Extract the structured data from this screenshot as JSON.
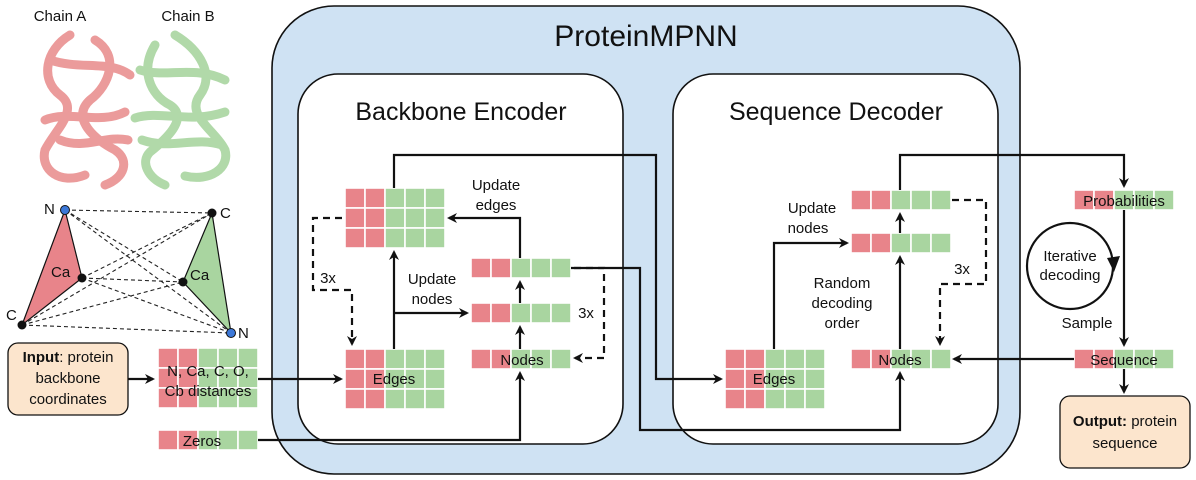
{
  "title": "ProteinMPNN",
  "encoder": {
    "title": "Backbone Encoder"
  },
  "decoder": {
    "title": "Sequence Decoder"
  },
  "structure": {
    "chain_a": "Chain A",
    "chain_b": "Chain B",
    "atoms": {
      "n_left": "N",
      "ca_left": "Ca",
      "c_left": "C",
      "c_right": "C",
      "ca_right": "Ca",
      "n_right": "N"
    }
  },
  "input": {
    "bold": "Input",
    "rest": ": protein",
    "line2": "backbone",
    "line3": "coordinates"
  },
  "output": {
    "bold": "Output:",
    "rest": " protein",
    "line2": "sequence"
  },
  "features": {
    "line1": "N, Ca, C, O,",
    "line2": "Cb distances"
  },
  "zeros": "Zeros",
  "edges_label": "Edges",
  "nodes_label": "Nodes",
  "encoder_labels": {
    "update_edges_1": "Update",
    "update_edges_2": "edges",
    "update_nodes_1": "Update",
    "update_nodes_2": "nodes",
    "repeat_left": "3x",
    "repeat_right": "3x"
  },
  "decoder_labels": {
    "update_nodes_1": "Update",
    "update_nodes_2": "nodes",
    "random_1": "Random",
    "random_2": "decoding",
    "random_3": "order",
    "repeat": "3x"
  },
  "right_side": {
    "probabilities": "Probabilities",
    "iterative_1": "Iterative",
    "iterative_2": "decoding",
    "sample": "Sample",
    "sequence": "Sequence"
  },
  "colors": {
    "red": "#e8848a",
    "green": "#a9d5a0",
    "outer_panel": "#cfe2f3",
    "box_fill": "#fce5cd"
  }
}
